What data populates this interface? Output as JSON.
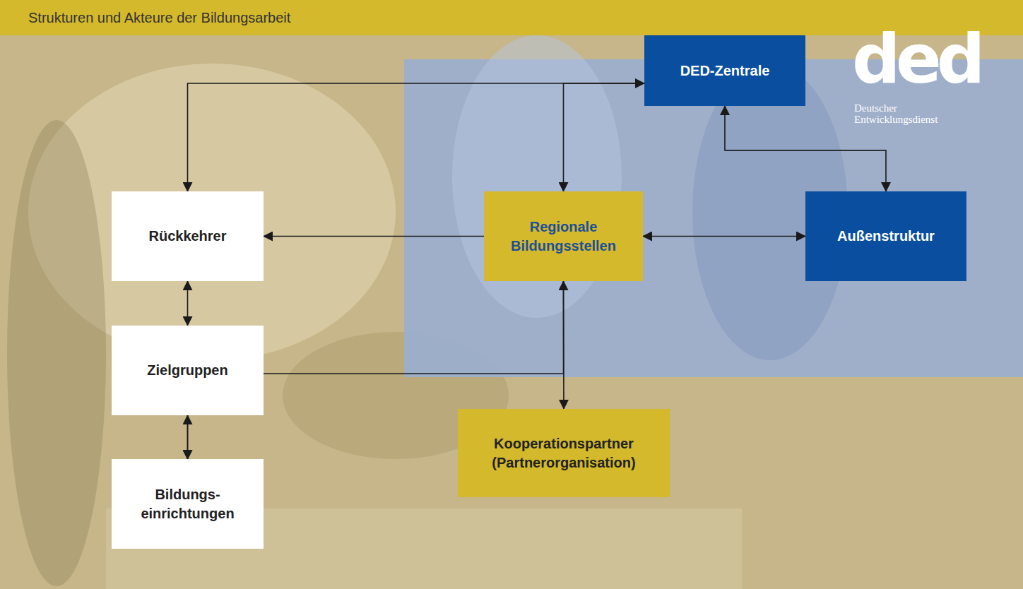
{
  "diagram": {
    "title": "Strukturen und Akteure der Bildungsarbeit",
    "nodes": [
      {
        "text": [
          "DED-Zentrale"
        ]
      },
      {
        "text": [
          "Rückkehrer"
        ]
      },
      {
        "text": [
          "Regionale Bildungsstellen"
        ]
      },
      {
        "text": [
          "Außenstruktur"
        ]
      },
      {
        "text": [
          "Zielgruppen"
        ]
      },
      {
        "text": [
          "Kooperationspartner (Partnerorganisation)"
        ]
      },
      {
        "text": [
          "Bildungs- einrichtungen"
        ]
      }
    ],
    "edges": [
      {
        "from": 0,
        "to": 1,
        "arrow": "to"
      },
      {
        "from": 0,
        "to": 2,
        "arrow": "both"
      },
      {
        "from": 0,
        "to": 3,
        "arrow": "both"
      },
      {
        "from": 2,
        "to": 1,
        "arrow": "to"
      },
      {
        "from": 2,
        "to": 6,
        "arrow": "to"
      },
      {
        "from": 2,
        "to": 3,
        "arrow": "both"
      },
      {
        "from": 2,
        "to": 5,
        "arrow": "both"
      },
      {
        "from": 1,
        "to": 4,
        "arrow": "both"
      },
      {
        "from": 4,
        "to": 6,
        "arrow": "both"
      }
    ],
    "labels": [
      "ded",
      "Deutscher Entwicklungsdienst"
    ]
  }
}
